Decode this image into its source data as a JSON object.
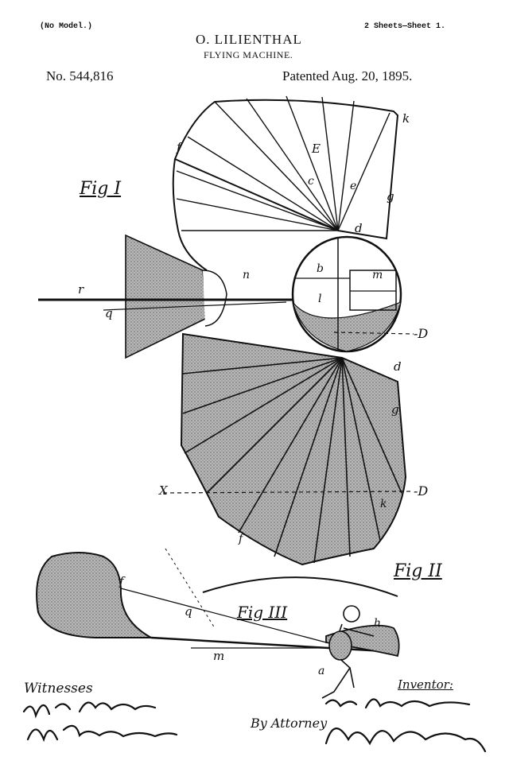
{
  "header": {
    "model_note": "(No Model.)",
    "sheet_note": "2 Sheets—Sheet 1.",
    "inventor_name": "O. LILIENTHAL",
    "title": "FLYING MACHINE.",
    "patent_number": "No. 544,816",
    "patent_date": "Patented Aug. 20, 1895."
  },
  "figures": {
    "fig1_label": "Fig I",
    "fig2_label": "Fig II",
    "fig3_label": "Fig III"
  },
  "annotations": {
    "k_top": "k",
    "f_left": "f",
    "E": "E",
    "g_upper": "g",
    "c": "c",
    "e": "e",
    "d_upper": "d",
    "r": "r",
    "q": "q",
    "n": "n",
    "m": "m",
    "b": "b",
    "l": "l",
    "D_mid": "-D",
    "d_lower": "d",
    "g_lower": "g",
    "X": "X",
    "D_low": "-D",
    "k_low": "k",
    "f_low": "f",
    "f3": "f",
    "q3": "q",
    "m3": "m",
    "a3": "a",
    "h3": "h"
  },
  "signatures": {
    "witnesses_label": "Witnesses",
    "inventor_label": "Inventor:",
    "by_attorney": "By Attorney"
  },
  "colors": {
    "ink": "#111111",
    "paper": "#ffffff",
    "shade": "#9a9a9a"
  }
}
